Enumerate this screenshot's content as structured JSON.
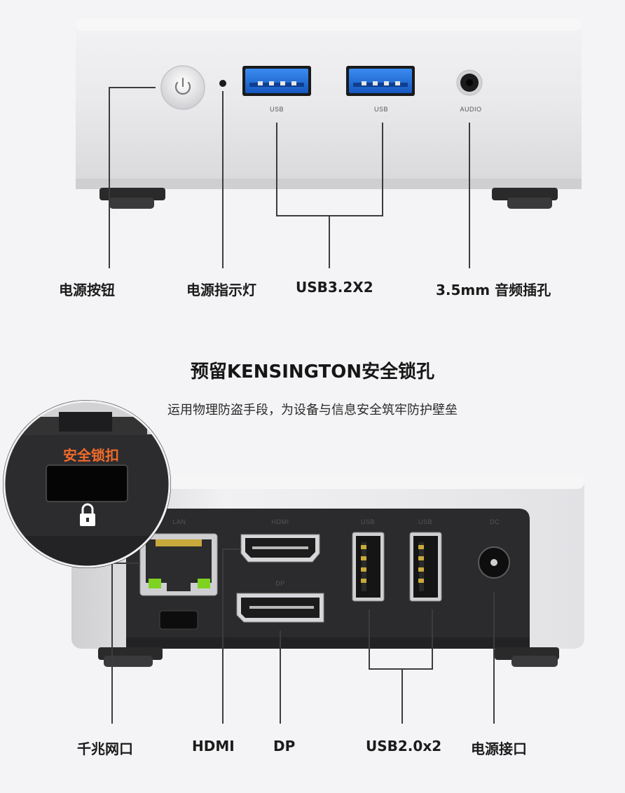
{
  "front": {
    "port_labels": {
      "usb_left": "USB",
      "usb_right": "USB",
      "audio": "AUDIO"
    },
    "callouts": {
      "power_button": "电源按钮",
      "power_indicator": "电源指示灯",
      "usb32": "USB3.2X2",
      "audio_jack": "3.5mm 音频插孔"
    }
  },
  "section": {
    "title": "预留KENSINGTON安全锁孔",
    "subtitle": "运用物理防盗手段，为设备与信息安全筑牢防护壁垒",
    "lock_label": "安全锁扣"
  },
  "back": {
    "port_labels": {
      "lan": "LAN",
      "hdmi": "HDMI",
      "dp": "DP",
      "usb_a": "USB",
      "usb_b": "USB",
      "dc": "DC"
    },
    "callouts": {
      "lan": "千兆网口",
      "hdmi": "HDMI",
      "dp": "DP",
      "usb20": "USB2.0x2",
      "dc": "电源接口"
    }
  },
  "colors": {
    "usb3_blue": "#1e6fd9",
    "lock_orange": "#f26a2a",
    "lan_green": "#7ed321",
    "chassis_silver": "#e6e6e8",
    "panel_dark": "#2b2b2d"
  }
}
